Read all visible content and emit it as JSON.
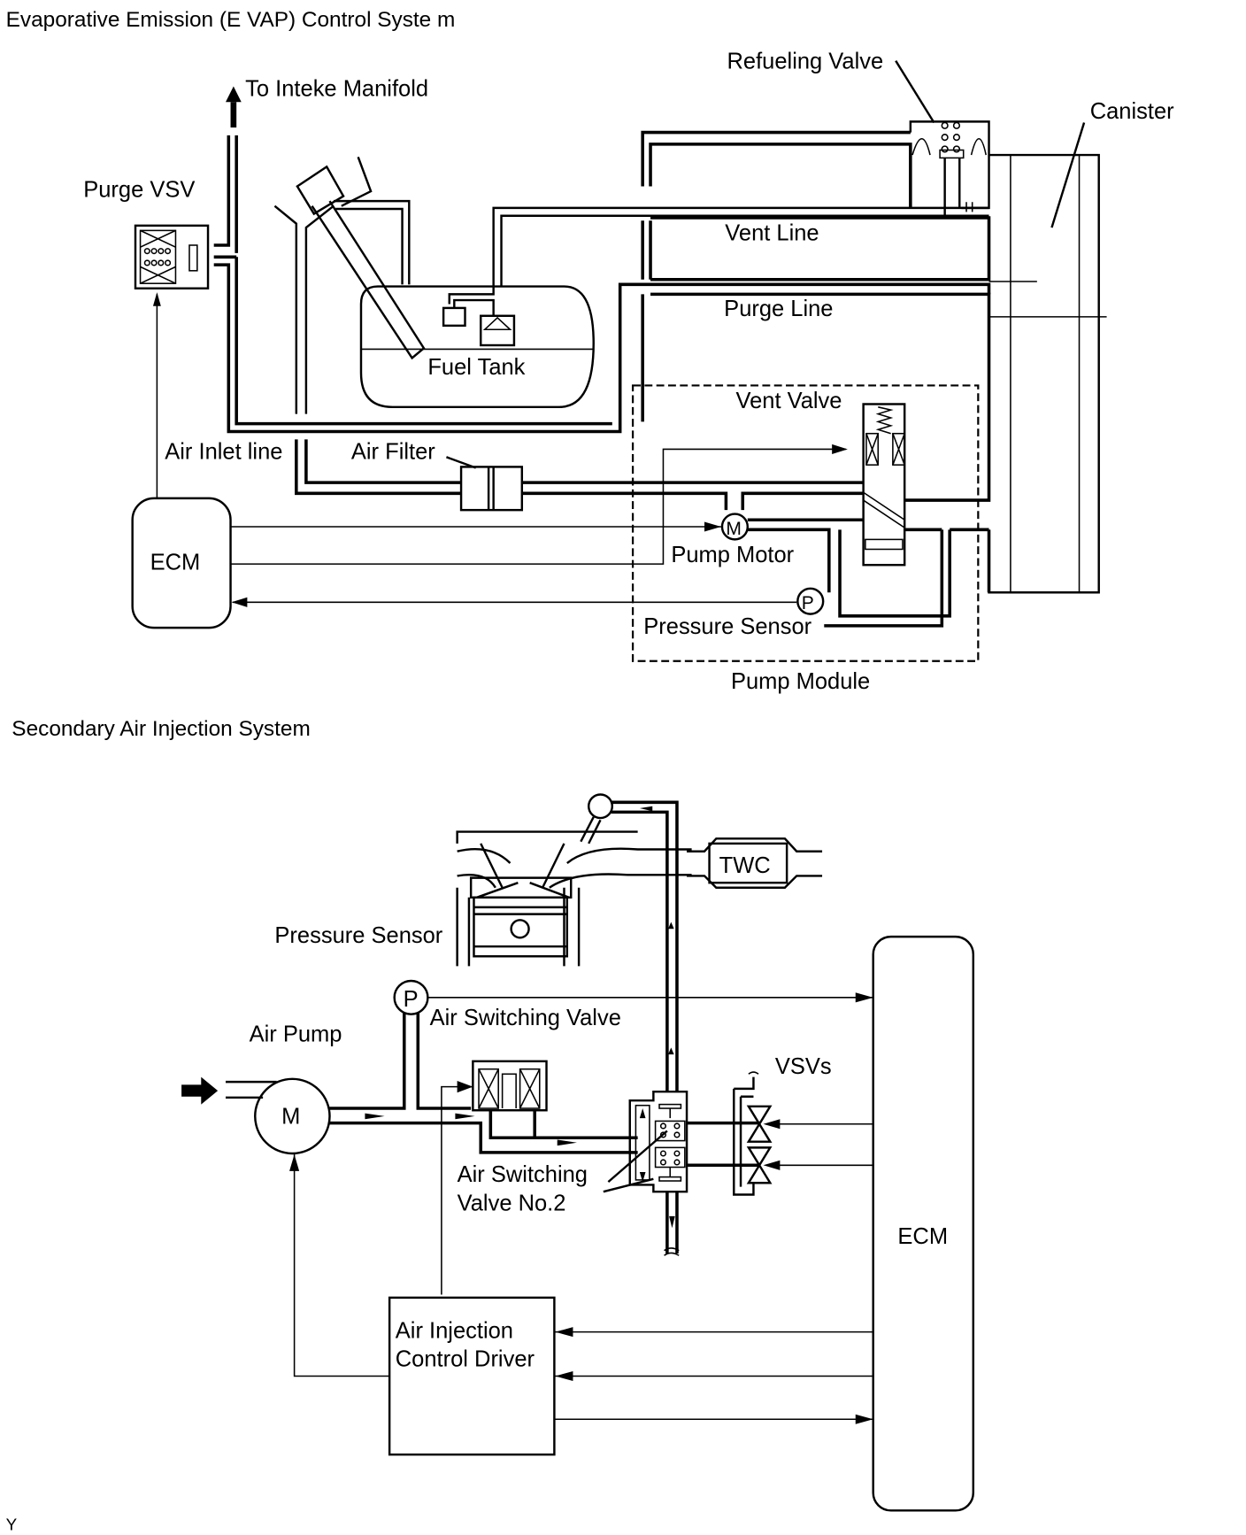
{
  "evap": {
    "title": "Evaporative Emission (E   VAP) Control Syste  m",
    "labels": {
      "to_intake": "To Inteke Manifold",
      "purge_vsv": "Purge VSV",
      "refueling_valve": "Refueling Valve",
      "canister": "Canister",
      "vent_line": "Vent Line",
      "purge_line": "Purge Line",
      "fuel_tank": "Fuel Tank",
      "vent_valve": "Vent Valve",
      "air_inlet_line": "Air Inlet line",
      "air_filter": "Air Filter",
      "ecm": "ECM",
      "pump_motor": "Pump Motor",
      "pump_motor_symbol": "M",
      "pressure_sensor": "Pressure Sensor",
      "pressure_sensor_symbol": "P",
      "pump_module": "Pump Module"
    }
  },
  "air_injection": {
    "title": "Secondary Air Injection System",
    "labels": {
      "twc": "TWC",
      "pressure_sensor": "Pressure Sensor",
      "pressure_symbol": "P",
      "air_switching_valve": "Air Switching Valve",
      "air_pump": "Air Pump",
      "motor_symbol": "M",
      "vsvs": "VSVs",
      "asv2_line1": "Air Switching",
      "asv2_line2": "Valve No.2",
      "ecm": "ECM",
      "driver_line1": "Air Injection",
      "driver_line2": "Control Driver"
    }
  },
  "footer": {
    "mark": "Y"
  },
  "colors": {
    "ink": "#000000",
    "paper": "#ffffff"
  }
}
